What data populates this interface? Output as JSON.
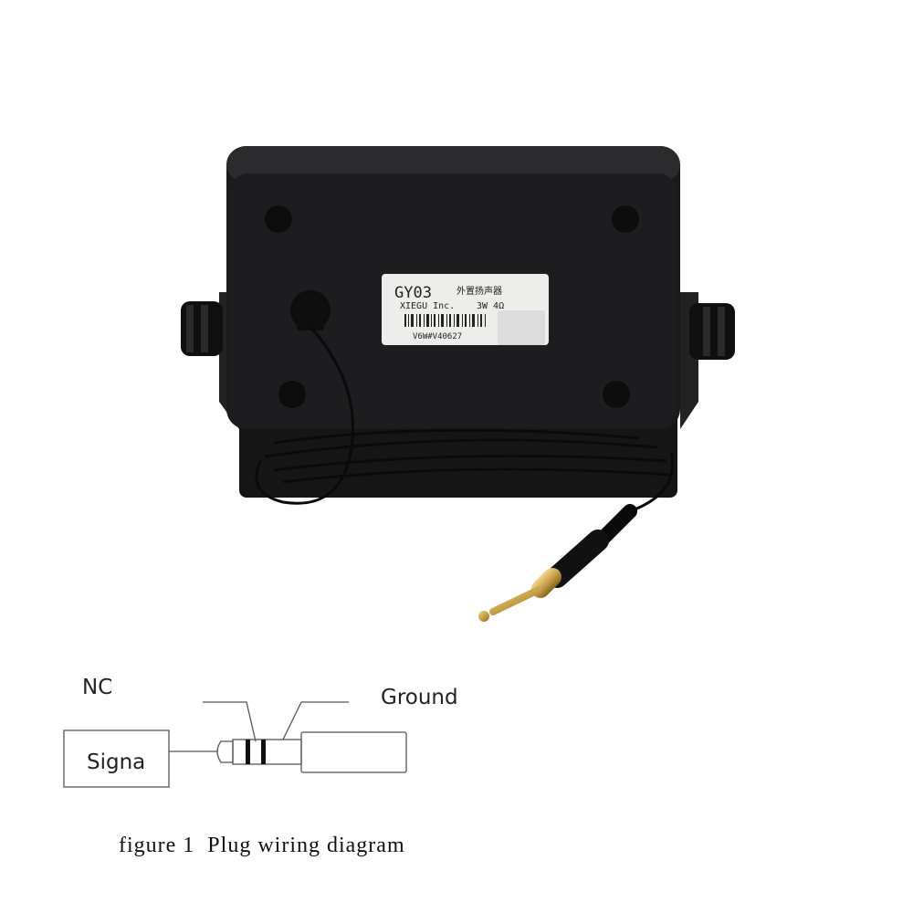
{
  "product_label": {
    "model": "GY03",
    "chinese_name": "外置扬声器",
    "maker": "XIEGU Inc.",
    "rating": "3W 4Ω",
    "serial": "V6W#V40627"
  },
  "diagram": {
    "nc_label": "NC",
    "ground_label": "Ground",
    "signal_label": "Signa",
    "caption": "figure 1  Plug wiring diagram"
  },
  "colors": {
    "body": "#1b1b1d",
    "plug_gold": "#c9a24a",
    "line": "#555555"
  }
}
